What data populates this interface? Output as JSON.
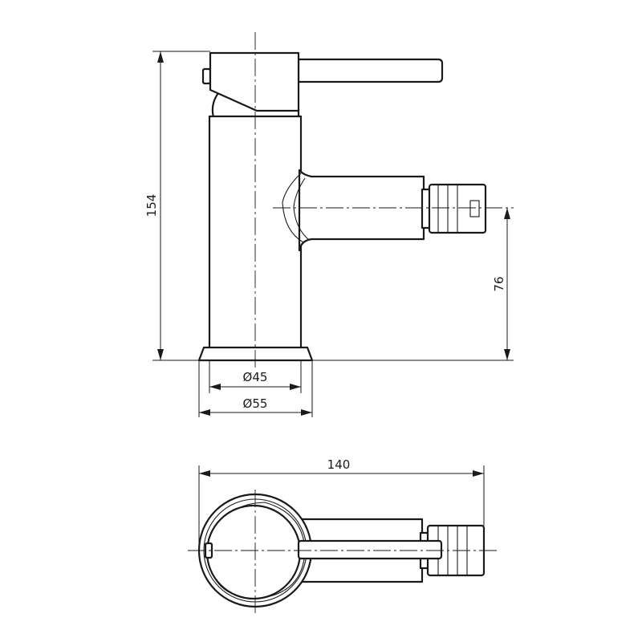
{
  "dimensions": {
    "total_height": "154",
    "spout_height": "76",
    "body_diameter": "Ø45",
    "base_diameter": "Ø55",
    "total_length": "140"
  }
}
